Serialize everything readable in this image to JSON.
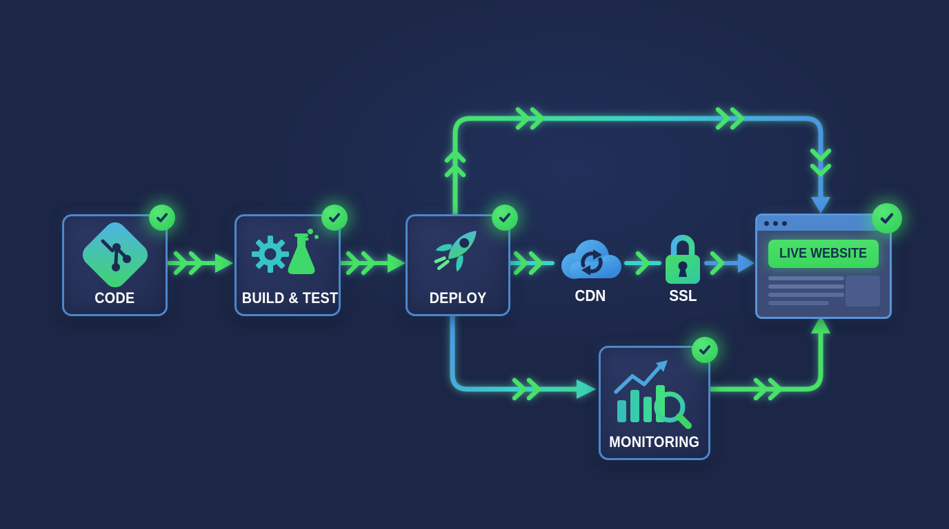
{
  "diagram": {
    "type": "flowchart",
    "subject": "CI/CD deployment pipeline"
  },
  "nodes": {
    "code": {
      "label": "CODE",
      "icon": "git-icon",
      "completed": true
    },
    "build_test": {
      "label": "BUILD & TEST",
      "icon": "gear-flask-icon",
      "completed": true
    },
    "deploy": {
      "label": "DEPLOY",
      "icon": "rocket-icon",
      "completed": true
    },
    "cdn": {
      "label": "CDN",
      "icon": "cloud-sync-icon",
      "completed": false
    },
    "ssl": {
      "label": "SSL",
      "icon": "padlock-icon",
      "completed": false
    },
    "monitoring": {
      "label": "MONITORING",
      "icon": "chart-magnifier-icon",
      "completed": true
    },
    "live_website": {
      "label": "LIVE WEBSITE",
      "icon": "browser-window",
      "completed": true
    }
  },
  "connections": [
    {
      "from": "code",
      "to": "build_test",
      "route": "main-row"
    },
    {
      "from": "build_test",
      "to": "deploy",
      "route": "main-row"
    },
    {
      "from": "deploy",
      "to": "cdn",
      "route": "main-row"
    },
    {
      "from": "cdn",
      "to": "ssl",
      "route": "main-row"
    },
    {
      "from": "ssl",
      "to": "live_website",
      "route": "main-row"
    },
    {
      "from": "deploy",
      "to": "live_website",
      "route": "top-loop"
    },
    {
      "from": "deploy",
      "to": "monitoring",
      "route": "bottom-path"
    },
    {
      "from": "monitoring",
      "to": "live_website",
      "route": "bottom-path"
    }
  ],
  "colors": {
    "background": "#1c2646",
    "green": "#47e266",
    "teal": "#3ad2cc",
    "blue": "#4c95e4",
    "box_border": "#4f86c9",
    "badge_green": "#3fdc63",
    "banner_green": "#45dd63"
  }
}
